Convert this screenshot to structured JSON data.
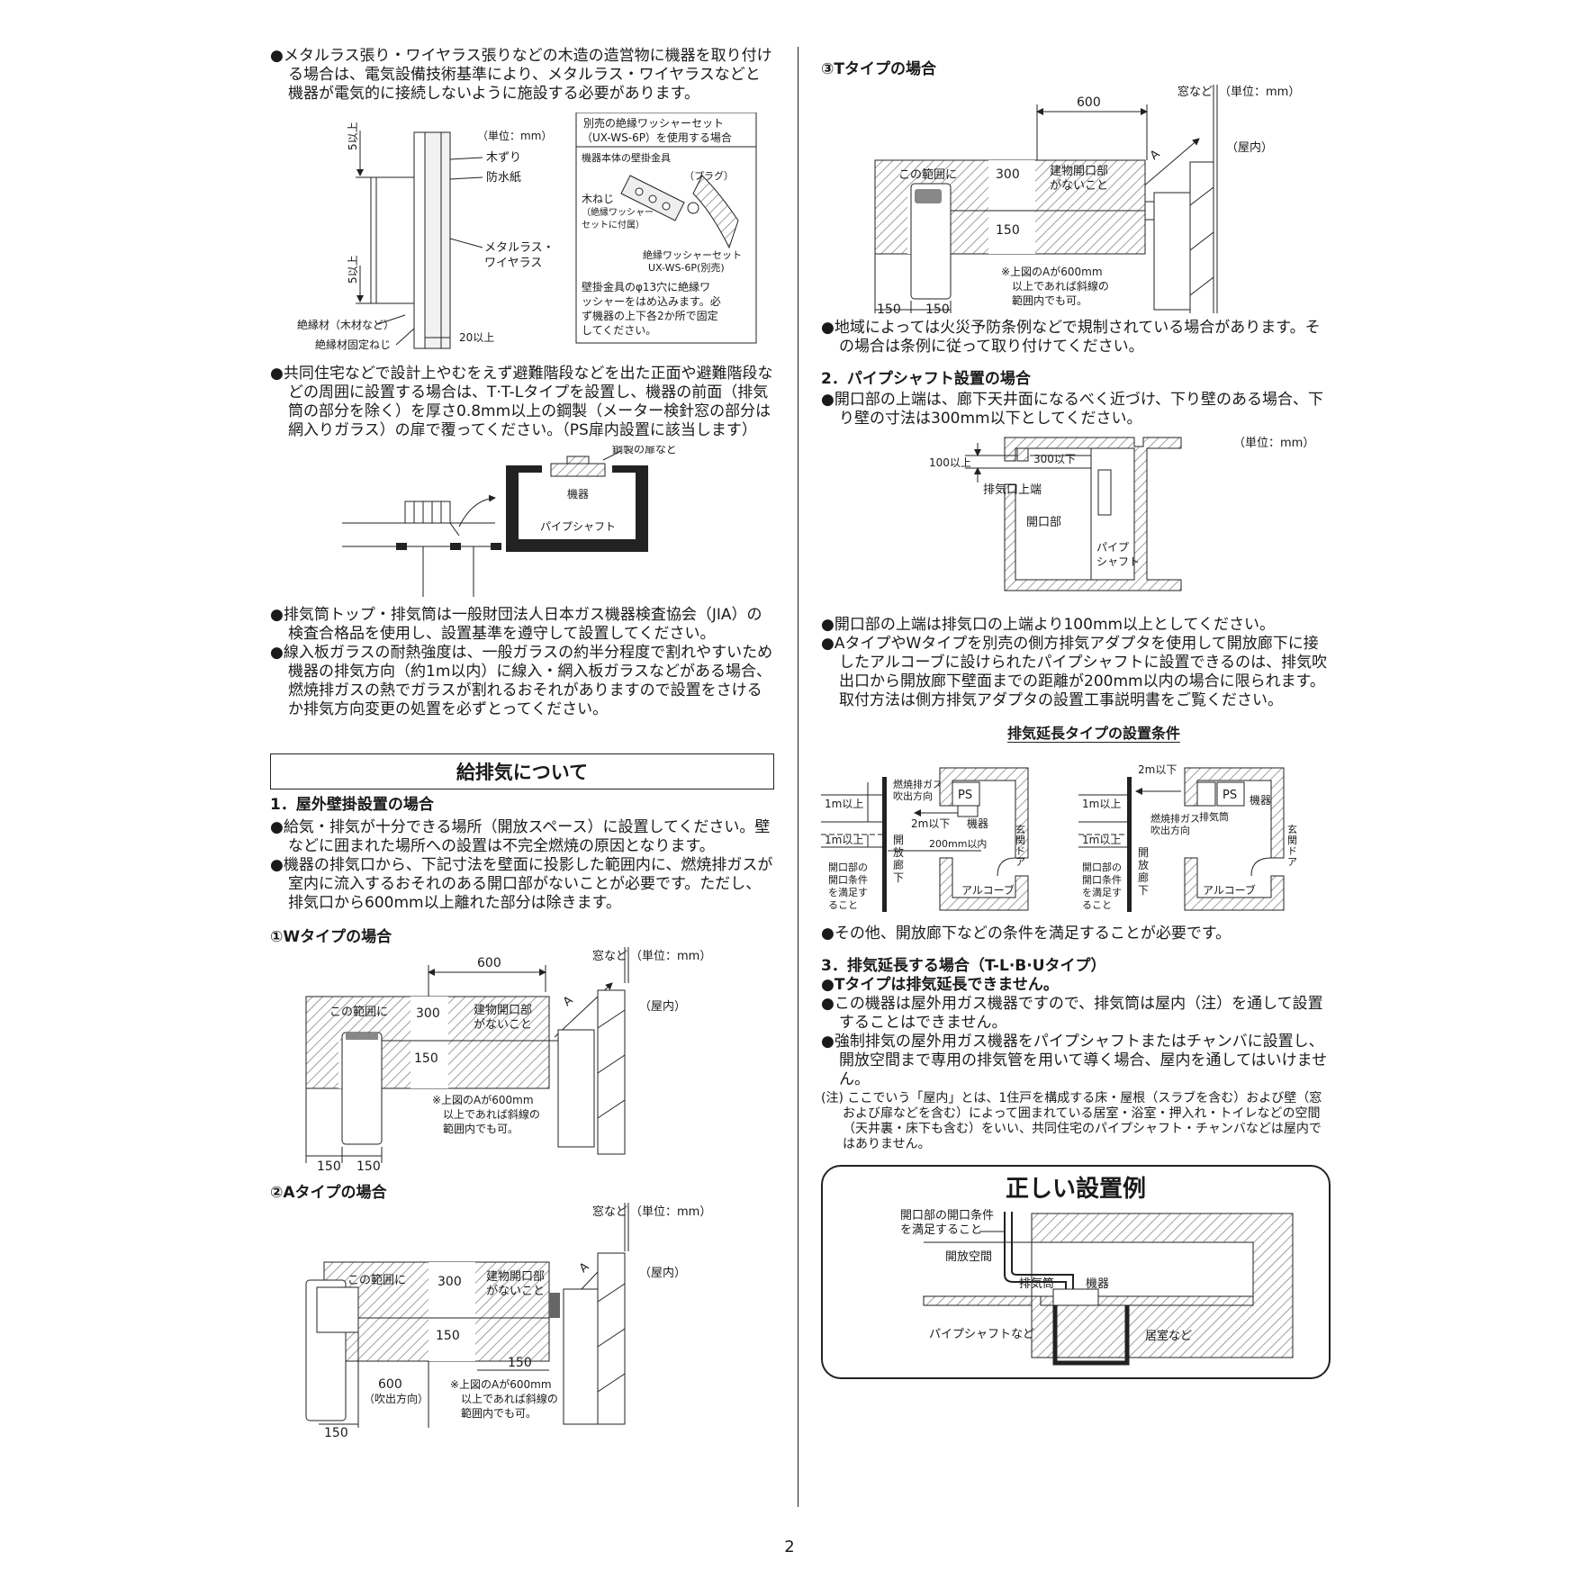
{
  "left": {
    "b1": "●メタルラス張り・ワイヤラス張りなどの木造の造営物に機器を取り付ける場合は、電気設備技術基準により、メタルラス・ワイヤラスなどと機器が電気的に接続しないように施設する必要があります。",
    "fig1": {
      "unit": "（単位：mm）",
      "top5": "5以上",
      "bottom5": "5以上",
      "kizuri": "木ずり",
      "bousui": "防水紙",
      "metal1": "メタルラス・",
      "metal2": "ワイヤラス",
      "zetsuen": "絶縁材（木材など）",
      "kotei": "絶縁材固定ねじ",
      "twenty": "20以上",
      "box_head1": "別売の絶縁ワッシャーセット",
      "box_head2": "（UX-WS-6P）を使用する場合",
      "box_sub": "機器本体の壁掛金具",
      "plug": "（プラグ）",
      "mokuneji1": "木ねじ",
      "mokuneji2": "（絶縁ワッシャー",
      "mokuneji3": "セットに付属）",
      "washer1": "絶縁ワッシャーセット",
      "washer2": "UX-WS-6P(別売)",
      "box_note1": "壁掛金具のφ13穴に絶縁ワ",
      "box_note2": "ッシャーをはめ込みます。必",
      "box_note3": "ず機器の上下各2か所で固定",
      "box_note4": "してください。"
    },
    "b2": "●共同住宅などで設計上やむをえず避難階段などを出た正面や避難階段などの周囲に設置する場合は、T·T-Lタイプを設置し、機器の前面（排気筒の部分を除く）を厚さ0.8mm以上の鋼製（メーター検針窓の部分は網入りガラス）の扉で覆ってください。（PS扉内設置に該当します）",
    "fig2": {
      "door": "鋼製の扉など",
      "kiki": "機器",
      "ps": "パイプシャフト"
    },
    "b3": "●排気筒トップ・排気筒は一般財団法人日本ガス機器検査協会（JIA）の検査合格品を使用し、設置基準を遵守して設置してください。",
    "b4": "●線入板ガラスの耐熱強度は、一般ガラスの約半分程度で割れやすいため機器の排気方向（約1m以内）に線入・網入板ガラスなどがある場合、燃焼排ガスの熱でガラスが割れるおそれがありますので設置をさけるか排気方向変更の処置を必ずとってください。",
    "section_title": "給排気について",
    "h1": "1．屋外壁掛設置の場合",
    "b5": "●給気・排気が十分できる場所（開放スペース）に設置してください。壁などに囲まれた場所への設置は不完全燃焼の原因となります。",
    "b6": "●機器の排気口から、下記寸法を壁面に投影した範囲内に、燃焼排ガスが室内に流入するおそれのある開口部がないことが必要です。ただし、排気口から600mm以上離れた部分は除きます。",
    "w": {
      "title": "①Wタイプの場合",
      "window": "窓など",
      "unit": "（単位：mm）",
      "d600": "600",
      "indoor": "（屋内）",
      "a": "A",
      "range": "この範囲に",
      "d300": "300",
      "opening1": "建物開口部",
      "opening2": "がないこと",
      "d150": "150",
      "note1": "※上図のAが600mm",
      "note2": "以上であれば斜線の",
      "note3": "範囲内でも可。",
      "b150a": "150",
      "b150b": "150"
    },
    "a": {
      "title": "②Aタイプの場合",
      "window": "窓など",
      "unit": "（単位：mm）",
      "indoor": "（屋内）",
      "a": "A",
      "range": "この範囲に",
      "d300": "300",
      "opening1": "建物開口部",
      "opening2": "がないこと",
      "d150": "150",
      "d150b": "150",
      "d600": "600",
      "dir": "（吹出方向）",
      "note1": "※上図のAが600mm",
      "note2": "以上であれば斜線の",
      "note3": "範囲内でも可。",
      "b150": "150"
    }
  },
  "right": {
    "t": {
      "title": "③Tタイプの場合",
      "window": "窓など",
      "unit": "（単位：mm）",
      "d600": "600",
      "indoor": "（屋内）",
      "a": "A",
      "range": "この範囲に",
      "d300": "300",
      "opening1": "建物開口部",
      "opening2": "がないこと",
      "d150": "150",
      "note1": "※上図のAが600mm",
      "note2": "以上であれば斜線の",
      "note3": "範囲内でも可。",
      "b150a": "150",
      "b150b": "150"
    },
    "b1": "●地域によっては火災予防条例などで規制されている場合があります。その場合は条例に従って取り付けてください。",
    "h2": "2．パイプシャフト設置の場合",
    "b2": "●開口部の上端は、廊下天井面になるべく近づけ、下り壁のある場合、下り壁の寸法は300mm以下としてください。",
    "ps": {
      "unit": "（単位：mm）",
      "d100": "100以上",
      "d300": "300以下",
      "exhaust": "排気口上端",
      "opening": "開口部",
      "ps1": "パイプ",
      "ps2": "シャフト"
    },
    "b3": "●開口部の上端は排気口の上端より100mm以上としてください。",
    "b4": "●AタイプやWタイプを別売の側方排気アダプタを使用して開放廊下に接したアルコーブに設けられたパイプシャフトに設置できるのは、排気吹出口から開放廊下壁面までの距離が200mm以内の場合に限られます。取付方法は側方排気アダプタの設置工事説明書をご覧ください。",
    "ext_title": "排気延長タイプの設置条件",
    "ext": {
      "m1a": "1m以上",
      "m1b": "1m以上",
      "gas1": "燃焼排ガス",
      "gas2": "吹出方向",
      "ps": "PS",
      "kiki": "機器",
      "m2": "2m以下",
      "d200": "200mm以内",
      "cond1": "開口部の",
      "cond2": "開口条件",
      "cond3": "を満足す",
      "cond4": "ること",
      "corr1": "開",
      "corr2": "放",
      "corr3": "廊",
      "corr4": "下",
      "door1": "玄",
      "door2": "関",
      "door3": "ド",
      "door4": "ア",
      "alcove": "アルコーブ",
      "pipe": "排気筒"
    },
    "b5": "●その他、開放廊下などの条件を満足することが必要です。",
    "h3": "3．排気延長する場合（T-L·B·Uタイプ）",
    "b6": "●Tタイプは排気延長できません。",
    "b7": "●この機器は屋外用ガス機器ですので、排気筒は屋内（注）を通して設置することはできません。",
    "b8": "●強制排気の屋外用ガス機器をパイプシャフトまたはチャンバに設置し、開放空間まで専用の排気管を用いて導く場合、屋内を通してはいけません。",
    "note": "(注) ここでいう「屋内」とは、1住戸を構成する床・屋根（スラブを含む）および壁（窓および扉などを含む）によって囲まれている居室・浴室・押入れ・トイレなどの空間（天井裏・床下も含む）をいい、共同住宅のパイプシャフト・チャンバなどは屋内ではありません。",
    "correct": {
      "title": "正しい設置例",
      "cond1": "開口部の開口条件",
      "cond2": "を満足すること",
      "space": "開放空間",
      "pipe": "排気筒",
      "kiki": "機器",
      "ps": "パイプシャフトなど",
      "room": "居室など"
    }
  },
  "page_number": "2"
}
